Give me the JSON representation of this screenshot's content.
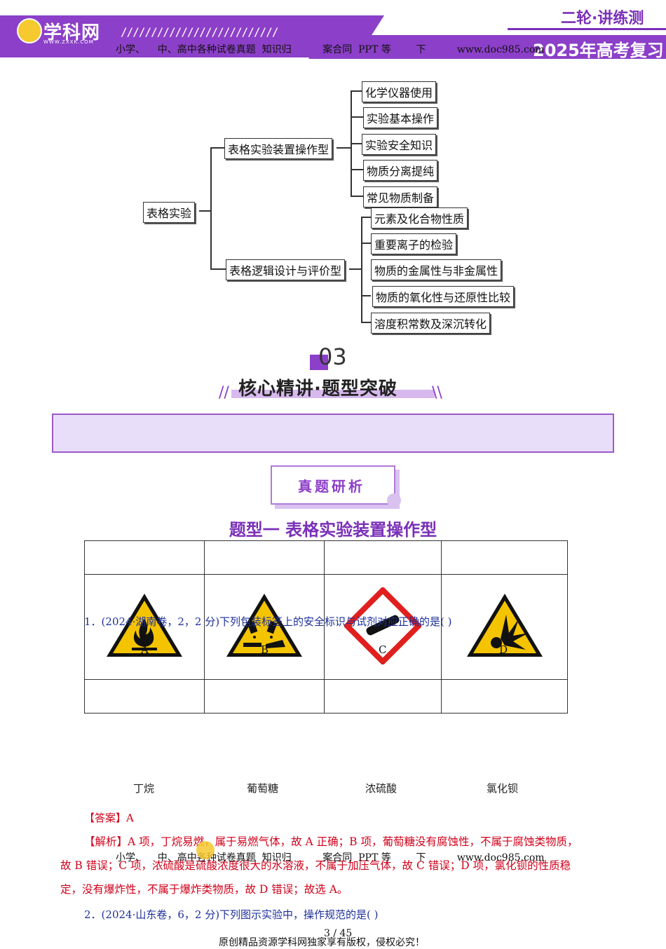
{
  "header": {
    "logo_text": "学科网",
    "logo_sub": "WWW.ZXXK.COM",
    "slashes": "//////////////////////////",
    "series": "二轮·讲练测",
    "year_title": "2025年高考复习",
    "watermark": "小学、    中、高中各种试卷真题  知识归          案合同  PPT 等        下          www.doc985.com"
  },
  "mindmap": {
    "root": "表格实验",
    "branch1": {
      "label": "表格实验装置操作型",
      "items": [
        "化学仪器使用",
        "实验基本操作",
        "实验安全知识",
        "物质分离提纯",
        "常见物质制备"
      ]
    },
    "branch2": {
      "label": "表格逻辑设计与评价型",
      "items": [
        "元素及化合物性质",
        "重要离子的检验",
        "物质的金属性与非金属性",
        "物质的氧化性与还原性比较",
        "溶度积常数及深沉转化"
      ]
    }
  },
  "section": {
    "number": "03",
    "title": "核心精讲·题型突破",
    "badge": "真题研析",
    "qtype": "题型一      表格实验装置操作型"
  },
  "question1": {
    "text": "1．(2024·湖南卷，2，2 分)下列包装标签上的安全标识与试剂对应正确的是(    )",
    "options": [
      {
        "letter": "A",
        "icon": "flammable-icon"
      },
      {
        "letter": "B",
        "icon": "corrosive-icon"
      },
      {
        "letter": "C",
        "icon": "gas-cylinder-icon"
      },
      {
        "letter": "D",
        "icon": "explosive-icon"
      }
    ],
    "reagents": [
      "丁烷",
      "葡萄糖",
      "浓硫酸",
      "氯化钡"
    ],
    "answer": "【答案】A",
    "explanation_1": "【解析】A 项，丁烷易燃，属于易燃气体，故 A 正确；B 项，葡萄糖没有腐蚀性，不属于腐蚀类物质，",
    "explanation_2": "故 B 错误；C 项，浓硫酸是硫酸浓度很大的水溶液，不属于加压气体，故 C 错误；D 项，氯化钡的性质稳",
    "explanation_3": "定，没有爆炸性，不属于爆炸类物质，故 D 错误；故选 A。"
  },
  "question2": {
    "text": "2．(2024·山东卷，6，2 分)下列图示实验中，操作规范的是(       )"
  },
  "footer": {
    "page": "3 / 45",
    "copyright": "原创精品资源学科网独家享有版权，侵权必究！"
  },
  "colors": {
    "brand_purple": "#8c3fc8",
    "answer_red": "#d0021b",
    "question_blue": "#1d2f9b",
    "warning_yellow": "#f5c400"
  }
}
